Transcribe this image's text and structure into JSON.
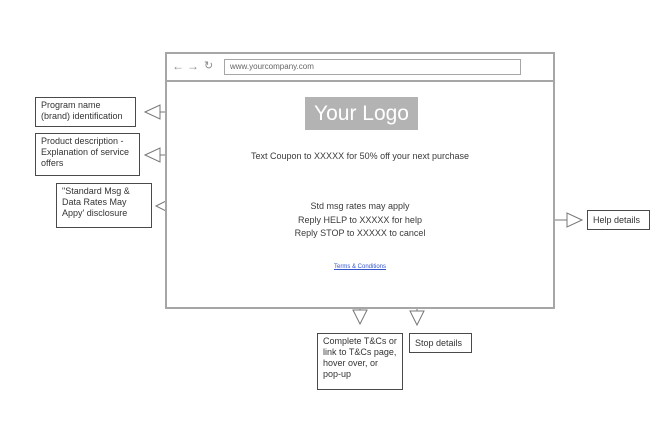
{
  "browser": {
    "url": "www.yourcompany.com",
    "icons": [
      "back-arrow-icon",
      "forward-arrow-icon",
      "reload-icon"
    ]
  },
  "content": {
    "logo": "Your Logo",
    "coupon": "Text Coupon to XXXXX for 50% off your next purchase",
    "rates": "Std msg rates may apply",
    "help": "Reply HELP to XXXXX for help",
    "stop": "Reply STOP to XXXXX to cancel",
    "terms": "Terms & Conditions"
  },
  "callouts": {
    "program": "Program name (brand) identification",
    "product": "Product description - Explanation of service offers",
    "disclosure": "\"Standard Msg & Data Rates May Appy' disclosure",
    "help": "Help details",
    "tcs": "Complete T&Cs or link to T&Cs page, hover over, or pop-up",
    "stop": "Stop details"
  },
  "colors": {
    "frame": "#a6a6a6",
    "logo_bg": "#b3b3b3",
    "link": "#3355cc",
    "arrow": "#777777",
    "box_border": "#4a4a4a"
  }
}
